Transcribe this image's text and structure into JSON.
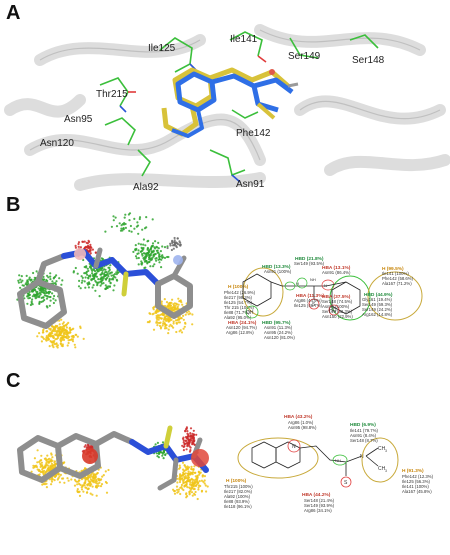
{
  "panels": {
    "a": {
      "label": "A",
      "residues": [
        "Ile125",
        "Ile141",
        "Ser149",
        "Ser148",
        "Thr215",
        "Asn95",
        "Asn120",
        "Phe142",
        "Ala92",
        "Asn91"
      ]
    },
    "b": {
      "label": "B",
      "h1": {
        "title": "H (100%)",
        "lines": [
          "Phe142 (26.9%)",
          "Ile217 (99.3%)",
          "Ile125 (54.7%)",
          "Thr 215 (100%)",
          "Ile88 (71.7%)",
          "Ala92 (95.0%)"
        ]
      },
      "hba1": {
        "title": "HBA (24.1%)",
        "lines": [
          "Asn120 (94.7%)",
          "Arg86 (12.8%)"
        ]
      },
      "hbd1": {
        "title": "HBD (13.3%)",
        "lines": [
          "Asn91 (100%)"
        ]
      },
      "hbd2": {
        "title": "HBD (21.8%)",
        "lines": [
          "Ser149 (93.5%)"
        ]
      },
      "hba2": {
        "title": "HBA (13.1%)",
        "lines": [
          "Asn91 (86.4%)"
        ]
      },
      "h2": {
        "title": "H (99.5%)",
        "lines": [
          "Ile141 (100%)",
          "Phe142 (58.6%)",
          "Ala167 (71.2%)"
        ]
      },
      "hbd3": {
        "title": "HBD (95.7%)",
        "lines": [
          "Asn91 (11.3%)",
          "Asn95 (24.2%)",
          "Asn120 (81.0%)"
        ]
      },
      "hba3": {
        "title": "HBA (11.3%)",
        "lines": [
          "Arg86 (44.9%)",
          "Ile125 (46.7%)"
        ]
      },
      "hba4": {
        "title": "HBA (37.5%)",
        "lines": [
          "Ser148 (74.5%)",
          "Asn91 (100%)",
          "Ser149 (82.3%)",
          "Asn150 (22.9%)"
        ]
      },
      "hbd4": {
        "title": "HBD (44.9%)",
        "lines": [
          "Gly161 (19.4%)",
          "Ser149 (59.3%)",
          "Ser149 (24.2%)",
          "Arg162 (14.8%)"
        ]
      },
      "atoms": {
        "oh": "OH",
        "ho": "HO",
        "s": "S",
        "nh1": "NH",
        "nh2": "N",
        "h": "H"
      }
    },
    "c": {
      "label": "C",
      "hba_top": {
        "title": "HBA (43.2%)",
        "lines": [
          "Arg86 (1.0%)",
          "Asn95 (98.8%)"
        ]
      },
      "hbd": {
        "title": "HBD (6.9%)",
        "lines": [
          "Ile141 (79.7%)",
          "Asn91 (8.4%)",
          "Ser148 (8.7%)"
        ]
      },
      "h_left": {
        "title": "H (100%)",
        "lines": [
          "Thr215 (100%)",
          "Ile217 (82.0%)",
          "Ala92 (100%)",
          "Ile88 (93.9%)",
          "Ile118 (96.1%)"
        ]
      },
      "hba_bot": {
        "title": "HBA (44.2%)",
        "lines": [
          "Ser148 (21.4%)",
          "Ser149 (93.9%)",
          "Arg86 (34.1%)"
        ]
      },
      "h_right": {
        "title": "H (91.3%)",
        "lines": [
          "Phe142 (12.3%)",
          "Ile125 (56.3%)",
          "Ile141 (100%)",
          "Ala167 (45.8%)"
        ]
      },
      "atoms": {
        "n": "N",
        "nh": "NH",
        "n2": "N",
        "s": "S",
        "ch3a": "CH",
        "ch3b": "CH",
        "sub": "3"
      }
    }
  }
}
